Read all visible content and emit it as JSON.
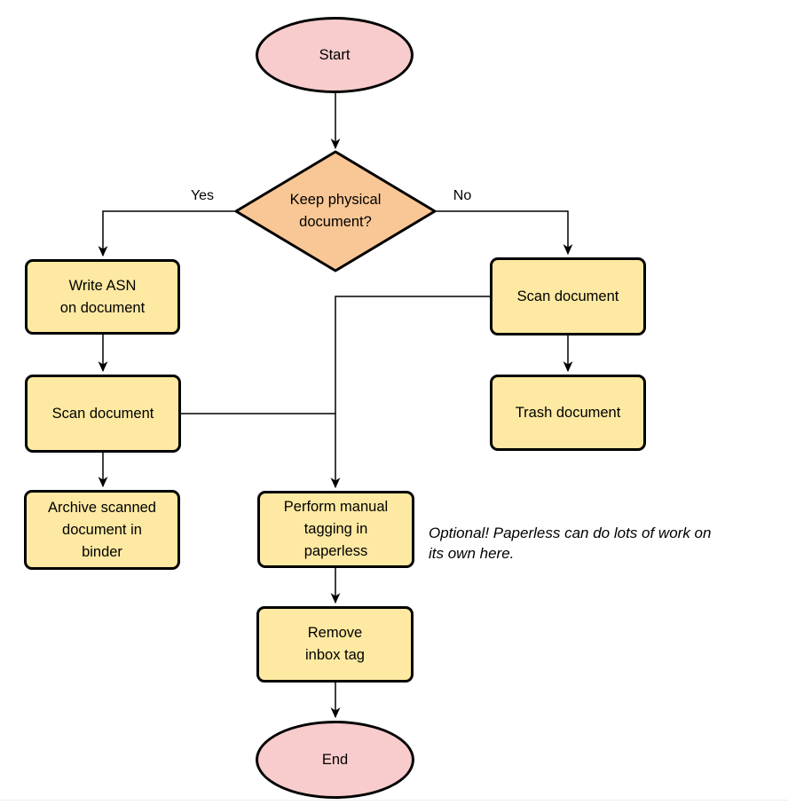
{
  "diagram": {
    "type": "flowchart",
    "nodes": {
      "start": {
        "label": "Start",
        "shape": "terminal"
      },
      "decision": {
        "label": "Keep physical\ndocument?",
        "shape": "decision"
      },
      "write_asn": {
        "label": "Write ASN\non document",
        "shape": "process"
      },
      "scan_left": {
        "label": "Scan document",
        "shape": "process"
      },
      "archive": {
        "label": "Archive scanned\ndocument in\nbinder",
        "shape": "process"
      },
      "scan_right": {
        "label": "Scan document",
        "shape": "process"
      },
      "trash": {
        "label": "Trash document",
        "shape": "process"
      },
      "tagging": {
        "label": "Perform manual\ntagging in\npaperless",
        "shape": "process"
      },
      "remove_inbox": {
        "label": "Remove\ninbox tag",
        "shape": "process"
      },
      "end": {
        "label": "End",
        "shape": "terminal"
      }
    },
    "edge_labels": {
      "yes": "Yes",
      "no": "No"
    },
    "note": "Optional! Paperless can do lots of work on\nits own here.",
    "colors": {
      "terminal_fill": "#f8cccc",
      "decision_fill": "#f9c795",
      "process_fill": "#fde9a2",
      "stroke": "#000000",
      "connector": "#000000",
      "background": "#ffffff"
    }
  }
}
